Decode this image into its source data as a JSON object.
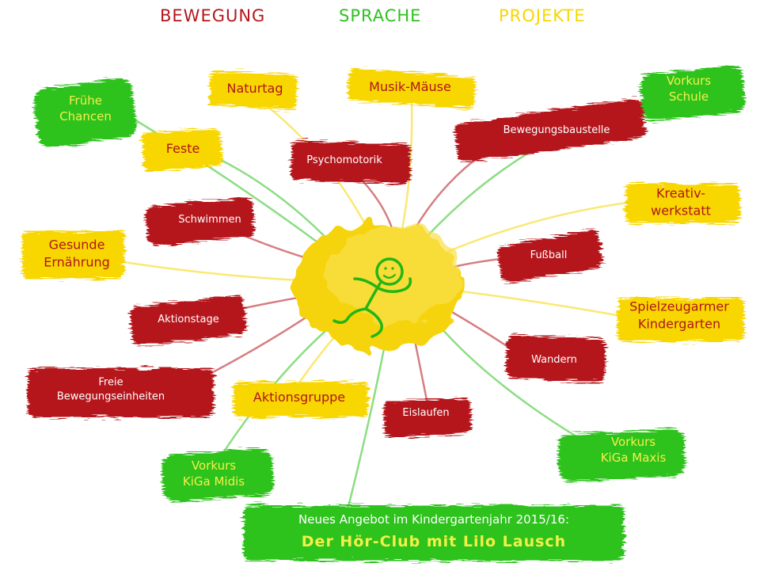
{
  "legend": {
    "bewegung": "BEWEGUNG",
    "sprache": "SPRACHE",
    "projekte": "PROJEKTE"
  },
  "colors": {
    "bewegung": "#b5161c",
    "sprache": "#2fc21e",
    "projekte": "#f8d600",
    "center": "#f6d40a"
  },
  "center_icon": "running-person-icon",
  "nodes": {
    "fruehe_chancen": "Frühe\nChancen",
    "naturtag": "Naturtag",
    "musik_maeuse": "Musik-Mäuse",
    "vorkurs_schule": "Vorkurs\nSchule",
    "feste": "Feste",
    "psychomotorik": "Psychomotorik",
    "bewegungsbaustelle": "Bewegungsbaustelle",
    "kreativwerkstatt": "Kreativ-\nwerkstatt",
    "schwimmen": "Schwimmen",
    "gesunde_ernaehrung": "Gesunde\nErnährung",
    "fussball": "Fußball",
    "spielzeugarmer_kindergarten": "Spielzeugarmer\nKindergarten",
    "aktionstage": "Aktionstage",
    "wandern": "Wandern",
    "freie_bewegungseinheiten": "Freie\nBewegungseinheiten",
    "aktionsgruppe": "Aktionsgruppe",
    "eislaufen": "Eislaufen",
    "vorkurs_kiga_midis": "Vorkurs\nKiGa Midis",
    "vorkurs_kiga_maxis": "Vorkurs\nKiGa Maxis"
  },
  "banner": {
    "line1": "Neues Angebot im Kindergartenjahr 2015/16:",
    "line2": "Der Hör-Club mit Lilo Lausch"
  }
}
